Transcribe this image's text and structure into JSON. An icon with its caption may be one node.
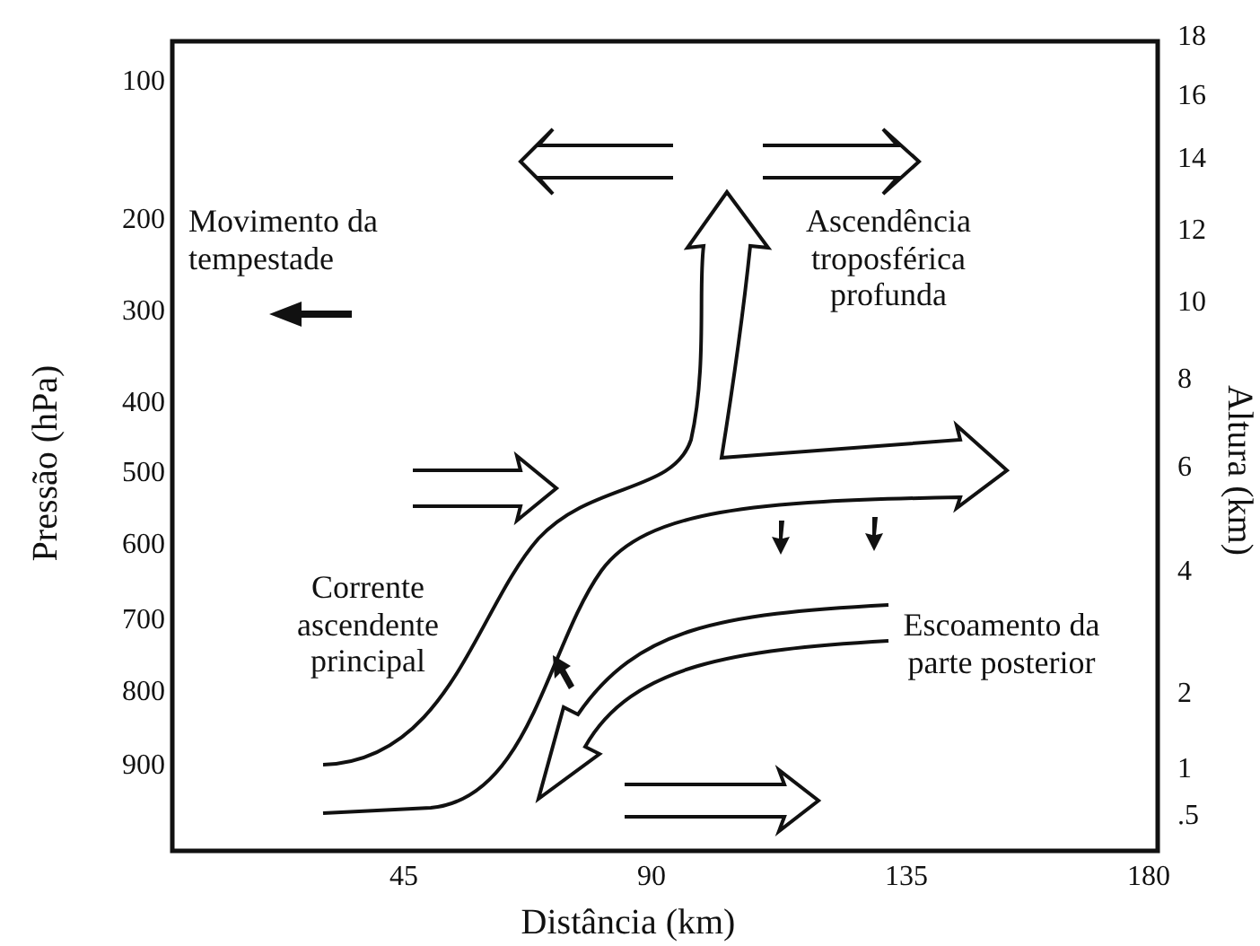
{
  "diagram": {
    "labels": [
      "Movimento da tempestade",
      "Ascendência troposférica profunda",
      "Corrente ascendente principal",
      "Escoamento da parte posterior",
      "Pressão (hPa)",
      "Altura (km)",
      "Distância (km)",
      "100",
      "200",
      "300",
      "400",
      "500",
      "600",
      "700",
      "800",
      "900",
      "18",
      "16",
      "14",
      "12",
      "10",
      "8",
      "6",
      "4",
      "2",
      "1",
      ".5",
      "45",
      "90",
      "135",
      "180"
    ]
  }
}
